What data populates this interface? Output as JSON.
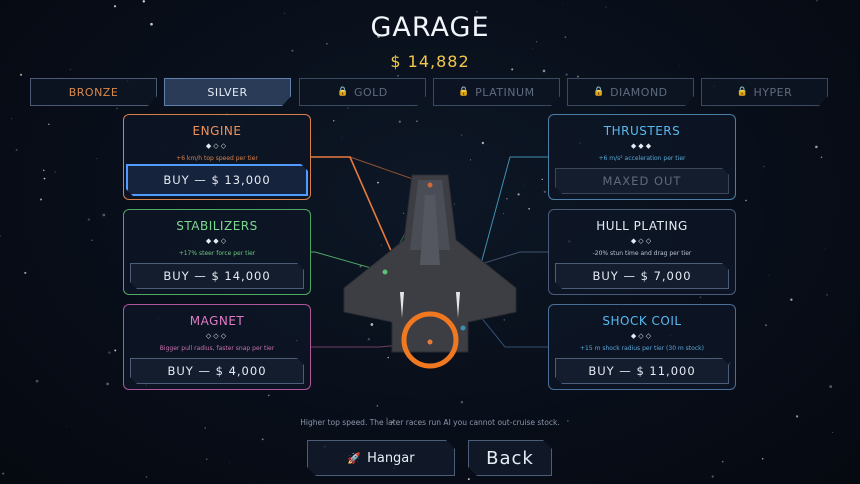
{
  "title": "GARAGE",
  "money": "$ 14,882",
  "tiers": [
    {
      "label": "BRONZE",
      "locked": false
    },
    {
      "label": "SILVER",
      "locked": false
    },
    {
      "label": "GOLD",
      "locked": true
    },
    {
      "label": "PLATINUM",
      "locked": true
    },
    {
      "label": "DIAMOND",
      "locked": true
    },
    {
      "label": "HYPER",
      "locked": true
    }
  ],
  "upgrades": {
    "engine": {
      "name": "ENGINE",
      "pips": "◆◇◇",
      "desc": "+6 km/h top speed per tier",
      "button": "BUY  —  $ 13,000",
      "color": "#f0935a"
    },
    "stabilizers": {
      "name": "STABILIZERS",
      "pips": "◆◆◇",
      "desc": "+17% steer force per tier",
      "button": "BUY  —  $ 14,000",
      "color": "#7fd88f"
    },
    "magnet": {
      "name": "MAGNET",
      "pips": "◇◇◇",
      "desc": "Bigger pull radius, faster snap per tier",
      "button": "BUY  —  $ 4,000",
      "color": "#e07ac4"
    },
    "thrusters": {
      "name": "THRUSTERS",
      "pips": "◆◆◆",
      "desc": "+6 m/s² acceleration per tier",
      "button": "MAXED OUT",
      "color": "#58b8ef"
    },
    "hull": {
      "name": "HULL PLATING",
      "pips": "◆◇◇",
      "desc": "-20% stun time and drag per tier",
      "button": "BUY  —  $ 7,000",
      "color": "#e6ecf5"
    },
    "shock": {
      "name": "SHOCK COIL",
      "pips": "◆◇◇",
      "desc": "+15 m shock radius per tier (30 m stock)",
      "button": "BUY  —  $ 11,000",
      "color": "#58b8ef"
    }
  },
  "hint": "Higher top speed. The later races run AI you cannot out-cruise stock.",
  "buttons": {
    "hangar_icon": "rocket-icon",
    "hangar": "Hangar",
    "back": "Back"
  }
}
